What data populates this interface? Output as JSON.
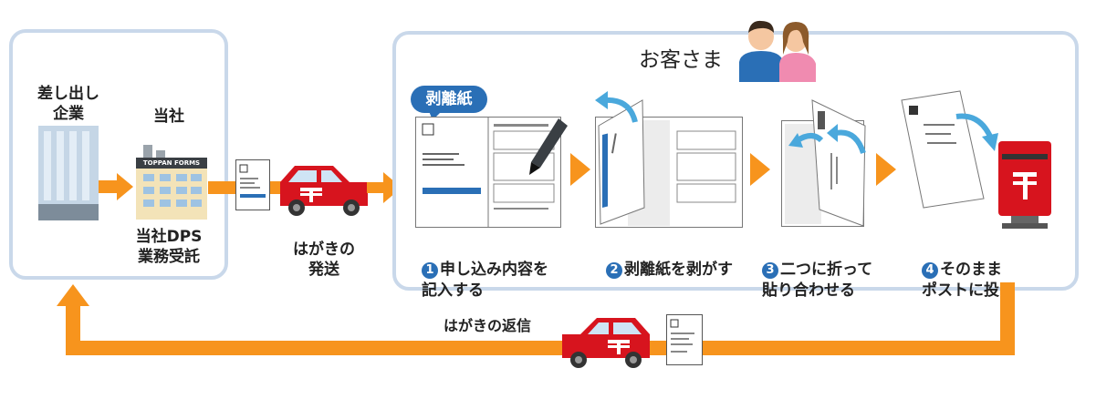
{
  "sender": {
    "company": "差し出し\n企業",
    "self": "当社",
    "logo_text": "TOPPAN FORMS",
    "dps": "当社DPS\n業務受託"
  },
  "dispatch_label": "はがきの\n発送",
  "customer_label": "お客さま",
  "peel_badge": "剥離紙",
  "steps": [
    {
      "num": "1",
      "text": "申し込み内容を\n記入する"
    },
    {
      "num": "2",
      "text": "剥離紙を剥がす"
    },
    {
      "num": "3",
      "text": "二つに折って\n貼り合わせる"
    },
    {
      "num": "4",
      "text": "そのまま\nポストに投函"
    }
  ],
  "return_label": "はがきの返信",
  "colors": {
    "panel_border": "#c9d8ea",
    "arrow": "#f7941d",
    "truck": "#d7141e",
    "badge": "#2a6fb6"
  },
  "icons": [
    "building-icon",
    "office-icon",
    "postcard-icon",
    "mail-truck-icon",
    "pen-icon",
    "customers-icon",
    "curved-arrow-icon",
    "mailbox-icon"
  ]
}
